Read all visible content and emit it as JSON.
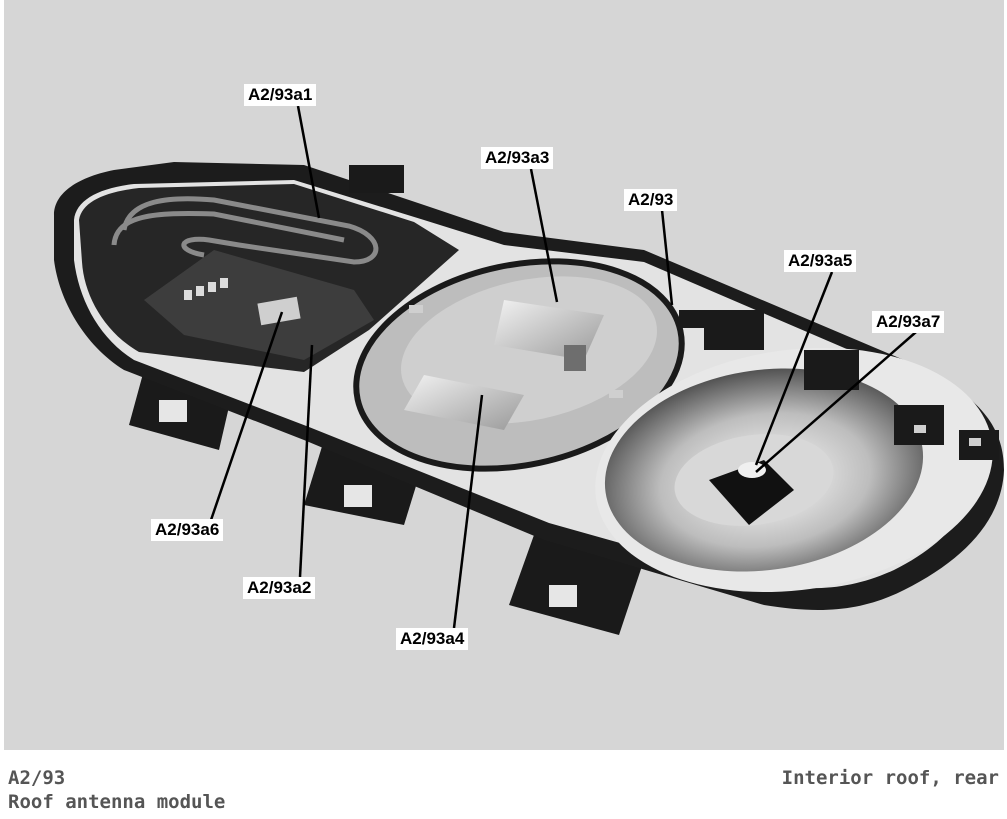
{
  "callouts": {
    "a1": "A2/93a1",
    "a3": "A2/93a3",
    "main": "A2/93",
    "a5": "A2/93a5",
    "a7": "A2/93a7",
    "a6": "A2/93a6",
    "a2": "A2/93a2",
    "a4": "A2/93a4"
  },
  "caption": {
    "code": "A2/93",
    "name": "Roof antenna module",
    "location": "Interior roof, rear"
  },
  "colors": {
    "background": "#d6d6d6",
    "caption_text": "#555555"
  }
}
